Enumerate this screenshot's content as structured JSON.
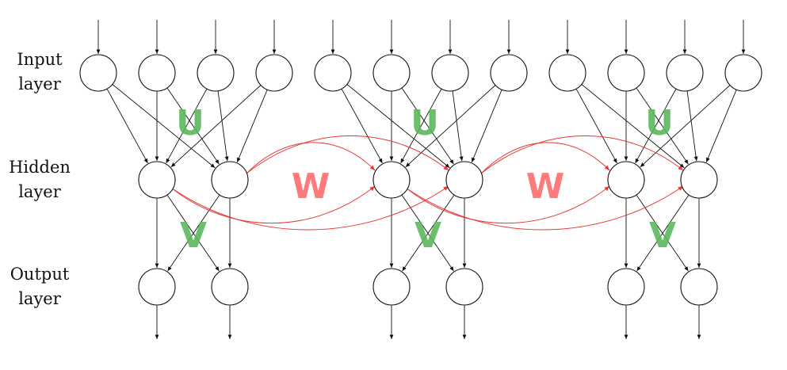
{
  "labels": {
    "input": [
      "Input",
      "layer"
    ],
    "hidden": [
      "Hidden",
      "layer"
    ],
    "output": [
      "Output",
      "layer"
    ]
  },
  "weights": {
    "input_to_hidden": "U",
    "hidden_to_hidden": "W",
    "hidden_to_output": "V"
  },
  "colors": {
    "U": "#5cb85c",
    "V": "#5cb85c",
    "W": "#ff7b7b",
    "recurrent_edge": "#e53935",
    "edge": "#111111"
  },
  "timesteps": 3,
  "nodes_per_timestep": {
    "input": 4,
    "hidden": 2,
    "output": 2
  }
}
